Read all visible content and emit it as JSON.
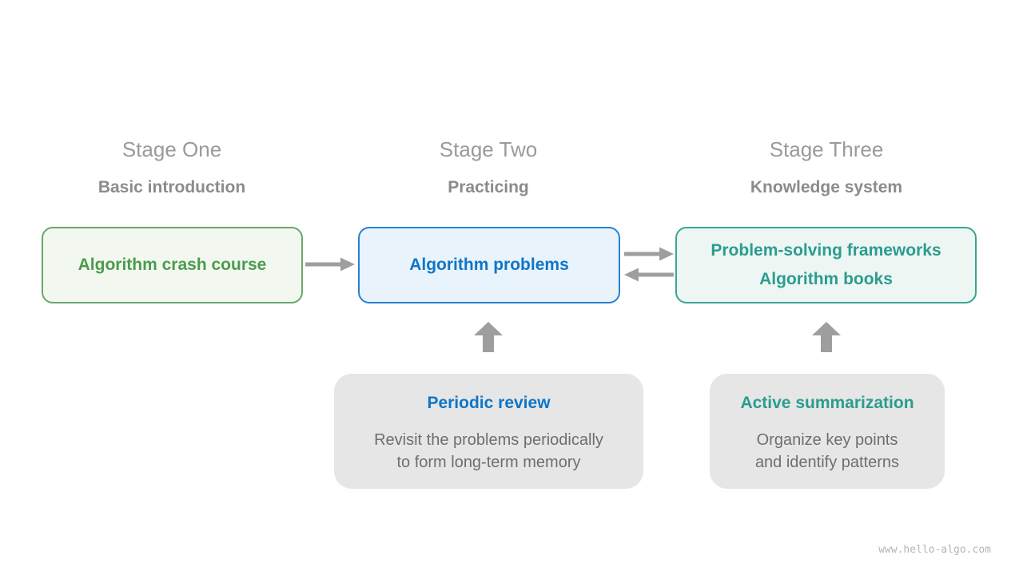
{
  "stages": [
    {
      "title": "Stage One",
      "subtitle": "Basic introduction"
    },
    {
      "title": "Stage Two",
      "subtitle": "Practicing"
    },
    {
      "title": "Stage Three",
      "subtitle": "Knowledge system"
    }
  ],
  "nodes": {
    "crash_course": {
      "label": "Algorithm crash course"
    },
    "problems": {
      "label": "Algorithm problems"
    },
    "knowledge": {
      "line1": "Problem-solving frameworks",
      "line2": "Algorithm books"
    }
  },
  "notes": [
    {
      "title": "Periodic review",
      "body": [
        "Revisit the problems periodically",
        "to form long-term memory"
      ]
    },
    {
      "title": "Active summarization",
      "body": [
        "Organize key points",
        "and identify patterns"
      ]
    }
  ],
  "watermark": "www.hello-algo.com",
  "colors": {
    "green-text": "#4c9b4f",
    "green-border": "#68a86a",
    "green-bg": "#f2f8f0",
    "blue-text": "#0e76c8",
    "blue-border": "#2a80d0",
    "blue-bg": "#e9f3fc",
    "teal-text": "#2b9c8e",
    "teal-border": "#3aa594",
    "teal-bg": "#edf6f3",
    "arrow-gray": "#9e9e9e",
    "note-bg": "#e6e6e6",
    "heading-gray": "#9a9a9a",
    "subtitle-gray": "#8b8b8b",
    "body-gray": "#6e6e6e",
    "watermark-gray": "#b5b5b5"
  }
}
